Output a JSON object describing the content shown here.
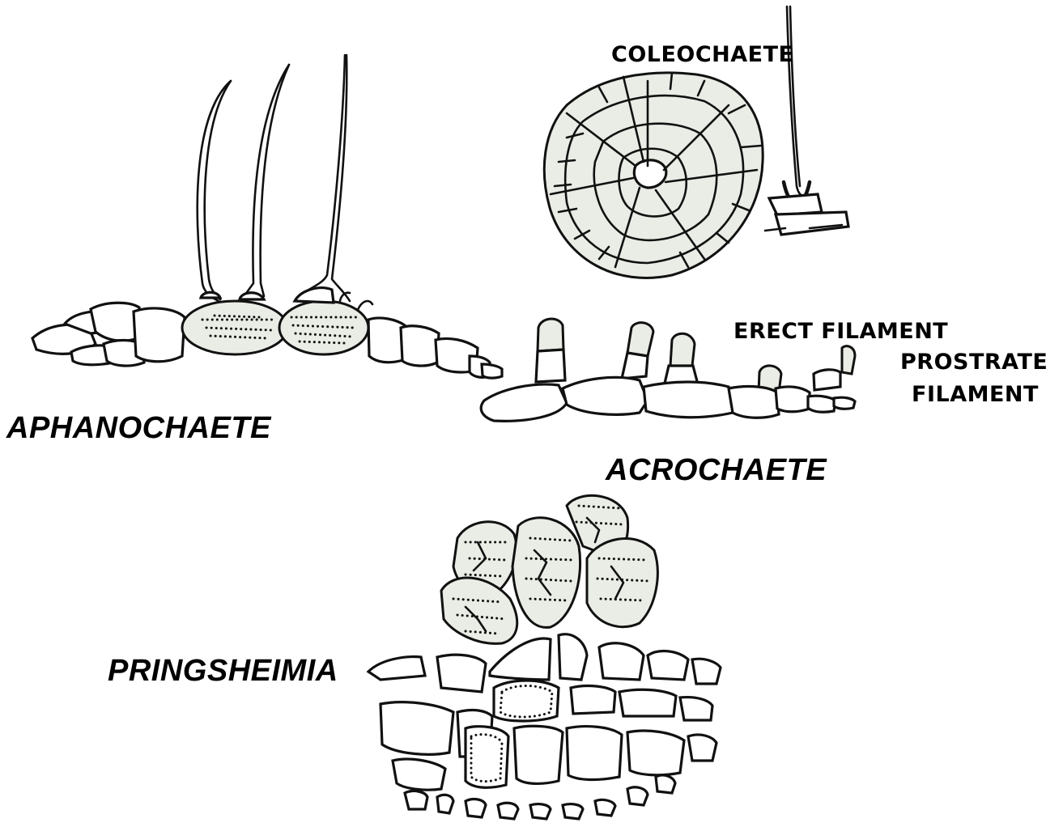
{
  "labels": {
    "coleochaete": "COLEOCHAETE",
    "aphanochaete": "APHANOCHAETE",
    "erect_filament": "ERECT FILAMENT",
    "prostrate_line1": "PROSTRATE",
    "prostrate_line2": "FILAMENT",
    "acrochaete": "ACROCHAETE",
    "pringsheimia": "PRINGSHEIMIA"
  },
  "colors": {
    "line": "#111111",
    "cell_fill": "#e9ede5",
    "background": "#ffffff"
  }
}
